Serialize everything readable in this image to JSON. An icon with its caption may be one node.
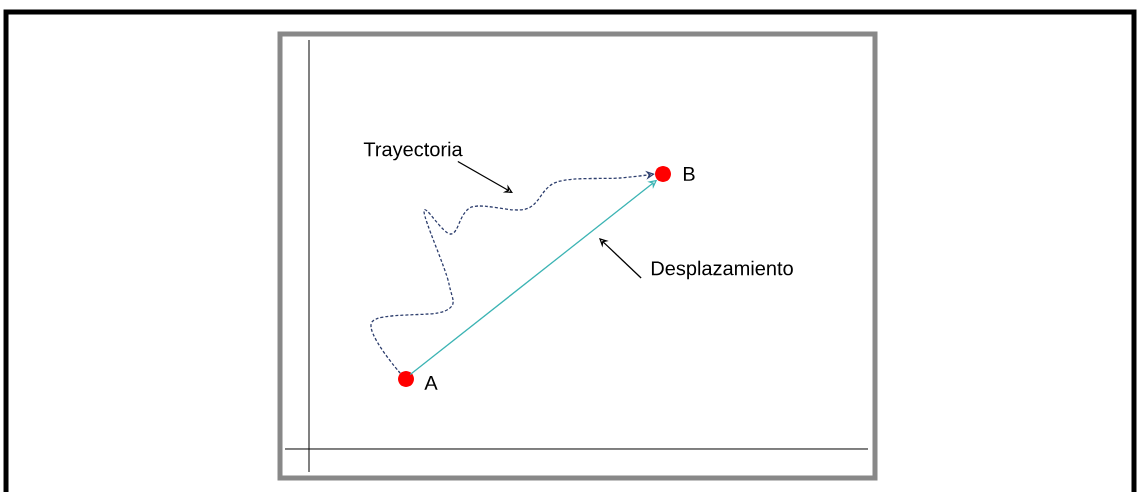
{
  "diagram": {
    "nodes": [
      {
        "text": [],
        "shape": "circle",
        "beside": [
          "A"
        ]
      },
      {
        "text": [],
        "shape": "circle",
        "beside": [
          "B"
        ]
      },
      {
        "text": [
          "Trayectoria"
        ]
      },
      {
        "text": [
          "Desplazamiento"
        ]
      }
    ],
    "edges": [
      {
        "from": 0,
        "to": 1,
        "arrow": "to",
        "style": "dashed",
        "color": "#2e3f6e"
      },
      {
        "from": 0,
        "to": 1,
        "arrow": "to",
        "color": "#3cb4b4"
      },
      {
        "from": 2,
        "to": null,
        "arrow": "to"
      },
      {
        "from": 3,
        "to": null,
        "arrow": "to"
      }
    ]
  }
}
